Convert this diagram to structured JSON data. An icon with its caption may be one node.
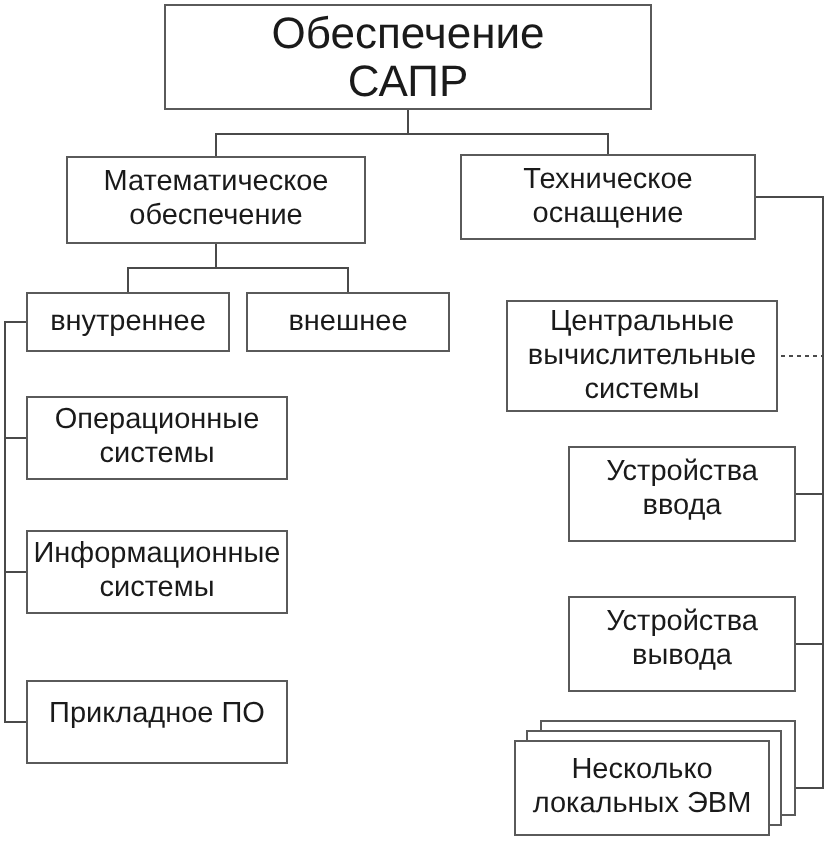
{
  "diagram": {
    "nodes": [
      {
        "text": [
          "Обеспечение САПР"
        ]
      },
      {
        "text": [
          "Математическое обеспечение"
        ]
      },
      {
        "text": [
          "Техническое оснащение"
        ]
      },
      {
        "text": [
          "внутреннее"
        ]
      },
      {
        "text": [
          "внешнее"
        ]
      },
      {
        "text": [
          "Операционные системы"
        ]
      },
      {
        "text": [
          "Информационные системы"
        ]
      },
      {
        "text": [
          "Прикладное ПО"
        ]
      },
      {
        "text": [
          "Центральные вычислительные системы"
        ]
      },
      {
        "text": [
          "Устройства ввода"
        ]
      },
      {
        "text": [
          "Устройства вывода"
        ]
      },
      {
        "text": [
          "Несколько локальных ЭВМ"
        ]
      }
    ],
    "edges": [
      {
        "from": 0,
        "to": 1,
        "arrow": "none"
      },
      {
        "from": 0,
        "to": 2,
        "arrow": "none"
      },
      {
        "from": 1,
        "to": 3,
        "arrow": "none"
      },
      {
        "from": 1,
        "to": 4,
        "arrow": "none"
      },
      {
        "from": 3,
        "to": 5,
        "arrow": "none"
      },
      {
        "from": 3,
        "to": 6,
        "arrow": "none"
      },
      {
        "from": 3,
        "to": 7,
        "arrow": "none"
      },
      {
        "from": 2,
        "to": 8,
        "arrow": "none",
        "style": "dashed"
      },
      {
        "from": 2,
        "to": 9,
        "arrow": "none"
      },
      {
        "from": 2,
        "to": 10,
        "arrow": "none"
      },
      {
        "from": 2,
        "to": 11,
        "arrow": "none"
      }
    ]
  }
}
